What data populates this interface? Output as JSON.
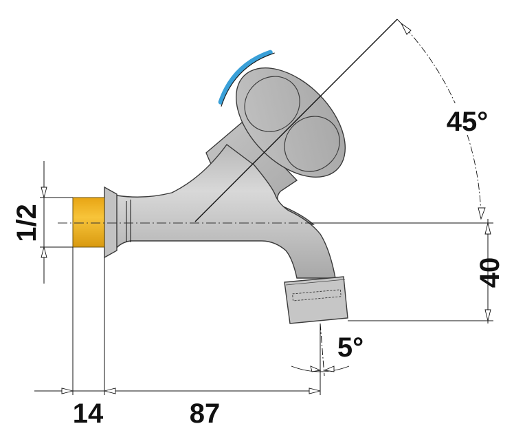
{
  "dimensions": {
    "thread_size": "1/2",
    "thread_length": "14",
    "outlet_offset": "87",
    "height_drop": "40",
    "handle_angle": "45°",
    "spout_angle": "5°"
  },
  "colors": {
    "body": "#c9c9c9",
    "body_shadow": "#a9a9a9",
    "thread": "#f2b51c",
    "handle_ring": "#3aa0d8",
    "line": "#111111"
  }
}
